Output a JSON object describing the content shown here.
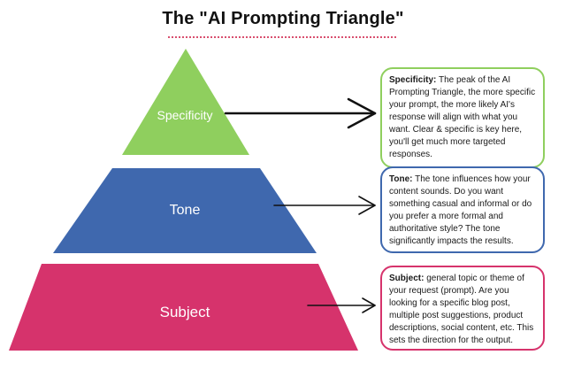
{
  "title": "The \"AI Prompting Triangle\"",
  "colors": {
    "specificity": "#8fcf5e",
    "tone": "#3f68ae",
    "subject": "#d6336c",
    "accent_rule": "#d9506f"
  },
  "tiers": {
    "specificity": {
      "label": "Specificity",
      "heading": "Specificity:",
      "text": " The peak of the AI Prompting Triangle, the more specific your prompt, the more likely AI's response will align with what you want. Clear & specific is key here, you'll get much more targeted responses."
    },
    "tone": {
      "label": "Tone",
      "heading": "Tone:",
      "text": " The tone influences how your content sounds. Do you want something casual and informal or do you prefer a more formal and authoritative style? The tone significantly impacts the results."
    },
    "subject": {
      "label": "Subject",
      "heading": "Subject:",
      "text": " general topic or theme of your request (prompt). Are you looking for a specific blog post, multiple post suggestions, product descriptions, social content, etc. This sets the direction for the output."
    }
  }
}
